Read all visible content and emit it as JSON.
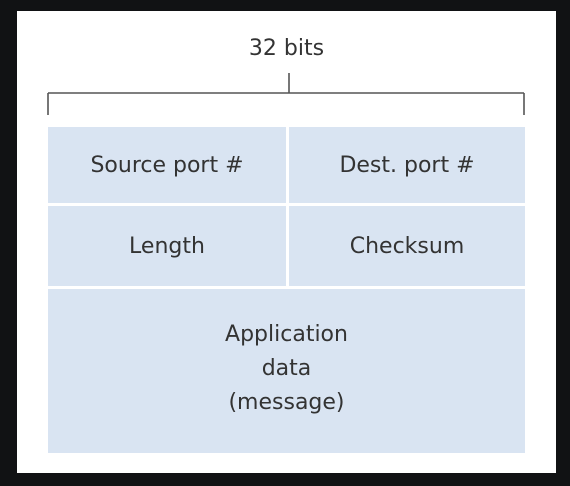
{
  "diagram": {
    "width_label": "32 bits",
    "fields": {
      "source_port": "Source port #",
      "dest_port": "Dest. port #",
      "length": "Length",
      "checksum": "Checksum",
      "payload_line1": "Application",
      "payload_line2": "data",
      "payload_line3": "(message)"
    },
    "colors": {
      "field_fill": "#d9e4f2",
      "text": "#333333",
      "background": "#111214",
      "card": "#ffffff"
    }
  }
}
